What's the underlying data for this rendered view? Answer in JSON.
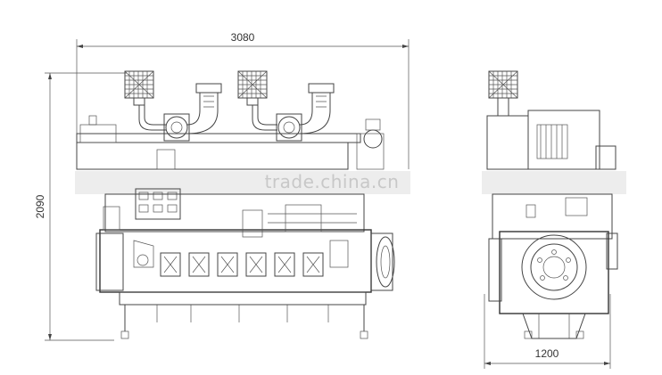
{
  "dimensions": {
    "length": "3080",
    "height": "2090",
    "width": "1200"
  },
  "watermark": "trade.china.cn",
  "colors": {
    "line": "#444444",
    "dimension_text": "#333333",
    "watermark": "#c8c8c8"
  }
}
